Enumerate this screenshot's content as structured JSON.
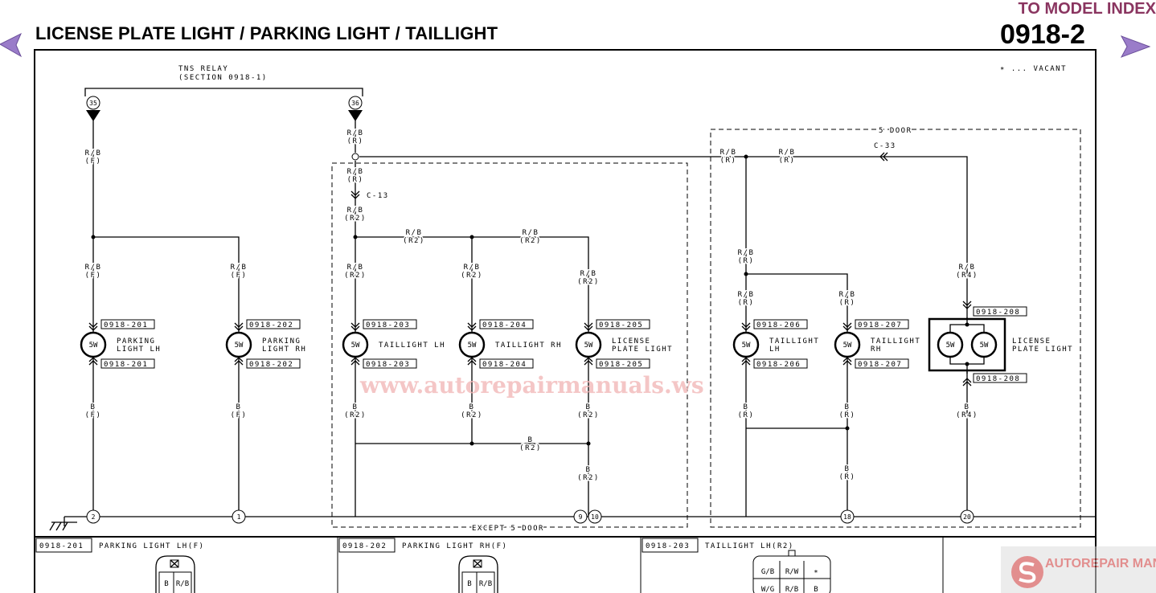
{
  "header": {
    "title": "LICENSE PLATE LIGHT / PARKING LIGHT / TAILLIGHT",
    "model_index_link": "TO MODEL INDEX",
    "page_number": "0918-2",
    "prev_icon": "left-triangle-arrow",
    "next_icon": "right-triangle-arrow"
  },
  "legend": "∗ ... VACANT",
  "relay": {
    "line1": "TNS RELAY",
    "line2": "(SECTION 0918-1)",
    "terminals": [
      "35",
      "36"
    ]
  },
  "groups": {
    "except_5_door": "EXCEPT 5 DOOR",
    "five_door": "5 DOOR"
  },
  "connectors": {
    "c13": "C-13",
    "c33": "C-33"
  },
  "lamps": [
    {
      "code": "0918-201",
      "rating": "5W",
      "label": [
        "PARKING",
        "LIGHT LH"
      ]
    },
    {
      "code": "0918-202",
      "rating": "5W",
      "label": [
        "PARKING",
        "LIGHT RH"
      ]
    },
    {
      "code": "0918-203",
      "rating": "5W",
      "label": [
        "TAILLIGHT LH"
      ]
    },
    {
      "code": "0918-204",
      "rating": "5W",
      "label": [
        "TAILLIGHT RH"
      ]
    },
    {
      "code": "0918-205",
      "rating": "5W",
      "label": [
        "LICENSE",
        "PLATE LIGHT"
      ]
    },
    {
      "code": "0918-206",
      "rating": "5W",
      "label": [
        "TAILLIGHT",
        "LH"
      ]
    },
    {
      "code": "0918-207",
      "rating": "5W",
      "label": [
        "TAILLIGHT",
        "RH"
      ]
    },
    {
      "code": "0918-208",
      "rating": "5W",
      "label": [
        "LICENSE",
        "PLATE LIGHT"
      ]
    }
  ],
  "wire_labels": [
    [
      "R/B",
      "(F)"
    ],
    [
      "R/B",
      "(F)"
    ],
    [
      "R/B",
      "(F)"
    ],
    [
      "B",
      "(F)"
    ],
    [
      "B",
      "(F)"
    ],
    [
      "R/B",
      "(R)"
    ],
    [
      "R/B",
      "(R)"
    ],
    [
      "R/B",
      "(R2)"
    ],
    [
      "R/B",
      "(R2)"
    ],
    [
      "R/B",
      "(R2)"
    ],
    [
      "R/B",
      "(R2)"
    ],
    [
      "R/B",
      "(R2)"
    ],
    [
      "R/B",
      "(R2)"
    ],
    [
      "B",
      "(R2)"
    ],
    [
      "B",
      "(R2)"
    ],
    [
      "B",
      "(R2)"
    ],
    [
      "B",
      "(R2)"
    ],
    [
      "B",
      "(R2)"
    ],
    [
      "R/B",
      "(R)"
    ],
    [
      "R/B",
      "(R)"
    ],
    [
      "R/B",
      "(R)"
    ],
    [
      "R/B",
      "(R)"
    ],
    [
      "R/B",
      "(R)"
    ],
    [
      "R/B",
      "(R4)"
    ],
    [
      "B",
      "(R)"
    ],
    [
      "B",
      "(R)"
    ],
    [
      "B",
      "(R4)"
    ],
    [
      "B",
      "(R)"
    ]
  ],
  "ground_terminals": [
    "2",
    "1",
    "9",
    "10",
    "18",
    "20"
  ],
  "connector_panels": [
    {
      "code": "0918-201",
      "name": "PARKING LIGHT LH(F)",
      "pins": [
        "B",
        "R/B"
      ]
    },
    {
      "code": "0918-202",
      "name": "PARKING LIGHT RH(F)",
      "pins": [
        "B",
        "R/B"
      ]
    },
    {
      "code": "0918-203",
      "name": "TAILLIGHT LH(R2)",
      "pins": [
        "G/B",
        "R/W",
        "∗",
        "W/G",
        "R/B",
        "B"
      ]
    }
  ],
  "watermarks": [
    "www.autorepairmanuals.ws",
    "AUTOREPAIR MANUALS.ws"
  ]
}
